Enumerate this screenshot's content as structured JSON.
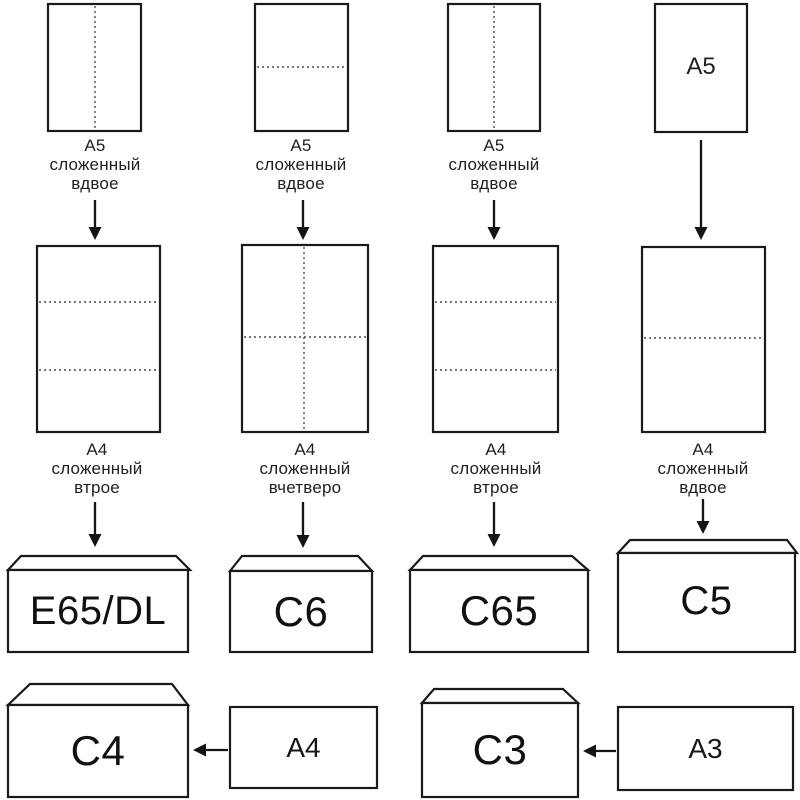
{
  "colors": {
    "stroke": "#1a1a1a",
    "fold_line": "#4a4a4a",
    "c4_fill": "#f7a5a7",
    "paper_fill": "#ffffff"
  },
  "columns": [
    {
      "top_caption": "A5\nсложенный\nвдвое",
      "mid_caption": "A4\nсложенный\nвтрое",
      "envelope_label": "E65/DL",
      "top_fold": "vertical-half",
      "mid_fold": "two-horizontal-thirds"
    },
    {
      "top_caption": "A5\nсложенный\nвдвое",
      "mid_caption": "A4\nсложенный\nвчетверо",
      "envelope_label": "C6",
      "top_fold": "horizontal-half",
      "mid_fold": "cross-quarters"
    },
    {
      "top_caption": "A5\nсложенный\nвдвое",
      "mid_caption": "A4\nсложенный\nвтрое",
      "envelope_label": "C65",
      "top_fold": "vertical-half",
      "mid_fold": "two-horizontal-thirds"
    },
    {
      "top_paper_label": "A5",
      "mid_caption": "A4\nсложенный\nвдвое",
      "envelope_label": "C5",
      "top_fold": "none",
      "mid_fold": "horizontal-half"
    }
  ],
  "bottom_row": [
    {
      "envelope_label": "C4",
      "source_label": "A4",
      "highlighted": true
    },
    {
      "envelope_label": "C3",
      "source_label": "A3",
      "highlighted": false
    }
  ]
}
